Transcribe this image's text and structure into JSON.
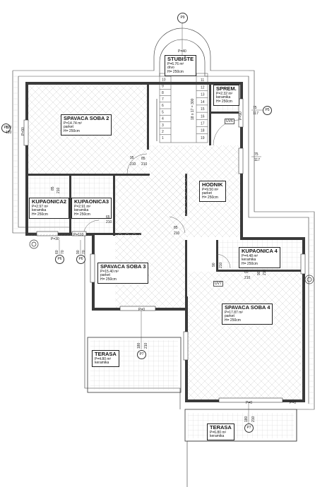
{
  "rooms": [
    {
      "id": "stubiste",
      "name": "STUBIŠTE",
      "area": "P=6.76 m²",
      "floor": "drvo",
      "height": "H= 250cm"
    },
    {
      "id": "sprem",
      "name": "SPREM.",
      "area": "P=2.32 m²",
      "floor": "keramika",
      "height": "H= 250cm"
    },
    {
      "id": "soba2",
      "name": "SPAVACA SOBA 2",
      "area": "P=14.74 m²",
      "floor": "parket",
      "height": "H= 250cm"
    },
    {
      "id": "hodnik",
      "name": "HODNIK",
      "area": "P=9.50 m²",
      "floor": "parket",
      "height": "H= 250cm"
    },
    {
      "id": "kup2",
      "name": "KUPAONICA2",
      "area": "P=2.97 m²",
      "floor": "keramika",
      "height": "H= 250cm"
    },
    {
      "id": "kup3",
      "name": "KUPAONICA3",
      "area": "P=2.91 m²",
      "floor": "keramika",
      "height": "H= 250cm"
    },
    {
      "id": "kup4",
      "name": "KUPAONICA 4",
      "area": "P=4.48 m²",
      "floor": "keramika",
      "height": "H= 250cm"
    },
    {
      "id": "soba3",
      "name": "SPAVACA SOBA 3",
      "area": "P=15.40 m²",
      "floor": "parket",
      "height": "H= 250cm"
    },
    {
      "id": "soba4",
      "name": "SPAVACA SOBA 4",
      "area": "P=17.87 m²",
      "floor": "parket",
      "height": "H= 250cm"
    },
    {
      "id": "terasa1",
      "name": "TERASA",
      "area": "P=4.80 m²",
      "floor": "keramika"
    },
    {
      "id": "terasa2",
      "name": "TERASA",
      "area": "P=6.80 m²",
      "floor": "keramika"
    }
  ],
  "markers": [
    "P9",
    "P8",
    "P5",
    "P6",
    "P6",
    "P7",
    "P7"
  ],
  "dims": [
    "P=40",
    "120",
    "120",
    "95",
    "210",
    "75",
    "117",
    "75",
    "117",
    "85",
    "210",
    "65",
    "210",
    "85",
    "210",
    "90",
    "210",
    "65",
    "210",
    "85",
    "210",
    "P=90",
    "P=30",
    "P=110",
    "P=90",
    "P=0",
    "P=0",
    "P=0",
    "60",
    "70",
    "90",
    "70",
    "180",
    "210",
    "180",
    "210",
    "90",
    "210"
  ],
  "stairs": [
    "1",
    "2",
    "3",
    "4",
    "5",
    "6",
    "7",
    "8",
    "9",
    "10",
    "11",
    "12",
    "13",
    "14",
    "15",
    "16",
    "17",
    "18",
    "19"
  ],
  "stairs_note": "18 x 17 = 300",
  "uv_labels": [
    "UV6",
    "UV7"
  ]
}
